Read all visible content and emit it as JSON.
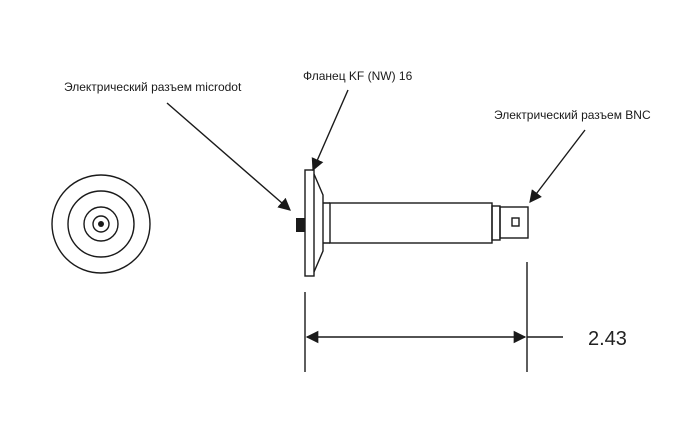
{
  "labels": {
    "microdot": "Электрический разъем microdot",
    "flange": "Фланец KF (NW) 16",
    "bnc": "Электрический разъем BNC"
  },
  "dimension": {
    "value": "2.43"
  },
  "colors": {
    "line": "#1a1a1a",
    "background": "#ffffff"
  }
}
